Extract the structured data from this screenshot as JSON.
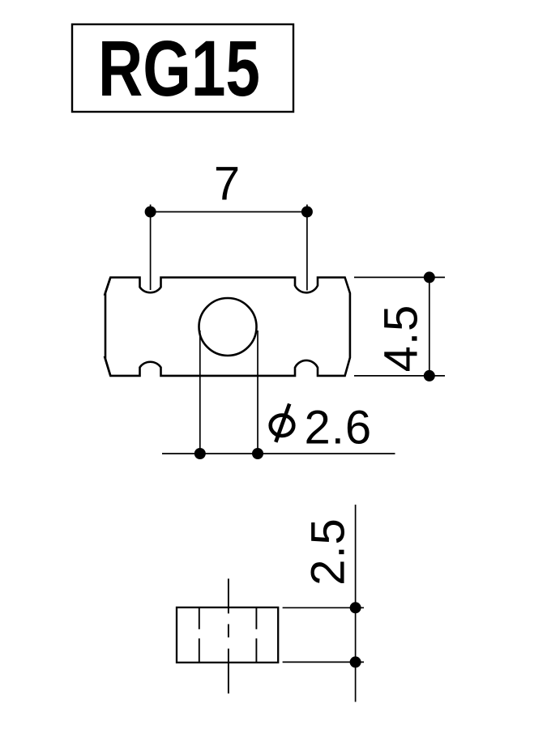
{
  "page": {
    "background_color": "#ffffff",
    "ink_color": "#000000",
    "description": "Technical dimension drawing of a guitar string guide part"
  },
  "part_label": {
    "text": "RG15"
  },
  "front_view": {
    "dim_width": {
      "value": "7"
    },
    "dim_height": {
      "value": "4.5"
    },
    "dim_hole_diameter": {
      "symbol": "φ",
      "value": "2.6"
    }
  },
  "side_view": {
    "dim_thickness": {
      "value": "2.5"
    }
  }
}
